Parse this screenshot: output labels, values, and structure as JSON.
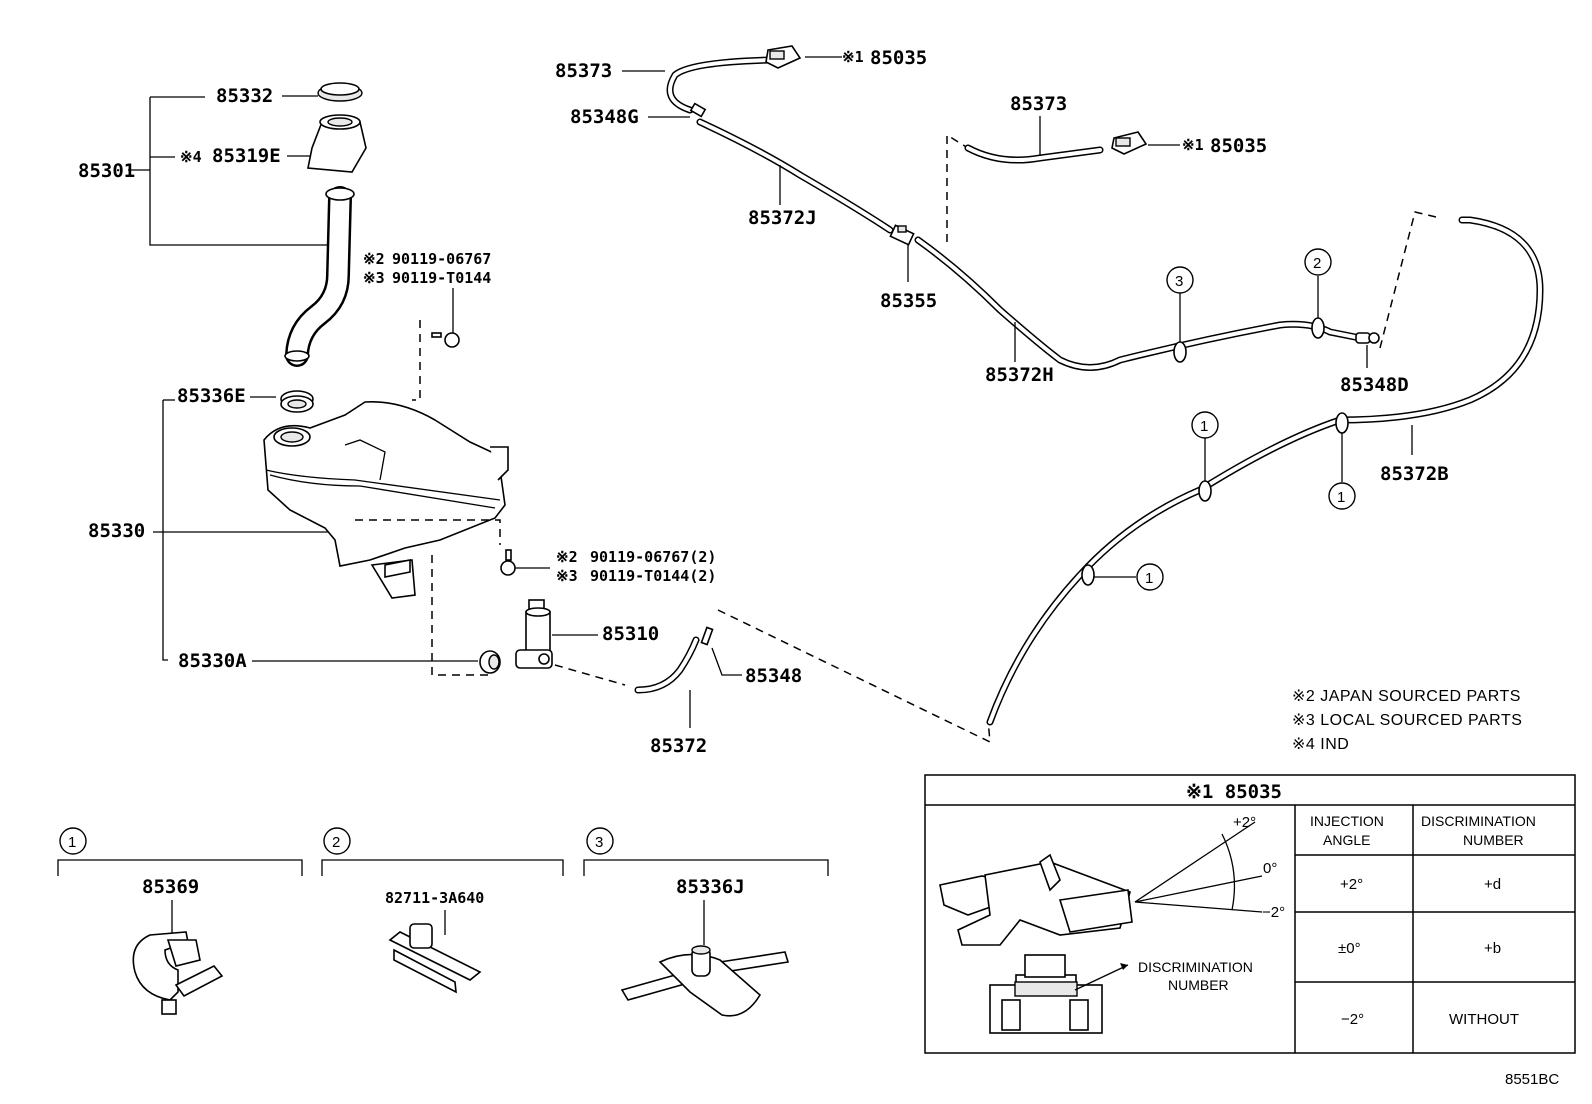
{
  "parts": {
    "p85301": "85301",
    "p85332": "85332",
    "p85319E": "85319E",
    "p85319E_mark": "※4",
    "bolt_top_1": "90119-06767",
    "bolt_top_1_mark": "※2",
    "bolt_top_2": "90119-T0144",
    "bolt_top_2_mark": "※3",
    "p85336E": "85336E",
    "p85330": "85330",
    "bolt_bot_1": "90119-06767(2)",
    "bolt_bot_1_mark": "※2",
    "bolt_bot_2": "90119-T0144(2)",
    "bolt_bot_2_mark": "※3",
    "p85330A": "85330A",
    "p85310": "85310",
    "p85348": "85348",
    "p85372": "85372",
    "p85373_a": "85373",
    "p85035_a": "85035",
    "p85035_a_mark": "※1",
    "p85348G": "85348G",
    "p85372J": "85372J",
    "p85355": "85355",
    "p85373_b": "85373",
    "p85035_b": "85035",
    "p85035_b_mark": "※1",
    "p85372H": "85372H",
    "p85348D": "85348D",
    "p85372B": "85372B"
  },
  "callouts": {
    "c1": "1",
    "c2": "2",
    "c3": "3"
  },
  "notes": [
    "※2 JAPAN SOURCED PARTS",
    "※3 LOCAL SOURCED PARTS",
    "※4 IND"
  ],
  "clips": [
    {
      "callout": "1",
      "part": "85369"
    },
    {
      "callout": "2",
      "part": "82711-3A640"
    },
    {
      "callout": "3",
      "part": "85336J"
    }
  ],
  "nozzle_table": {
    "title": "※1 85035",
    "angles": {
      "plus2": "+2°",
      "zero": "0°",
      "minus2": "−2°"
    },
    "discrimination_label_1": "DISCRIMINATION",
    "discrimination_label_2": "NUMBER",
    "headers": {
      "injection_1": "INJECTION",
      "injection_2": "ANGLE",
      "discrimination_1": "DISCRIMINATION",
      "discrimination_2": "NUMBER"
    },
    "rows": [
      {
        "angle": "+2°",
        "number": "+d"
      },
      {
        "angle": "±0°",
        "number": "+b"
      },
      {
        "angle": "−2°",
        "number": "WITHOUT"
      }
    ]
  },
  "diagram_id": "8551BC"
}
